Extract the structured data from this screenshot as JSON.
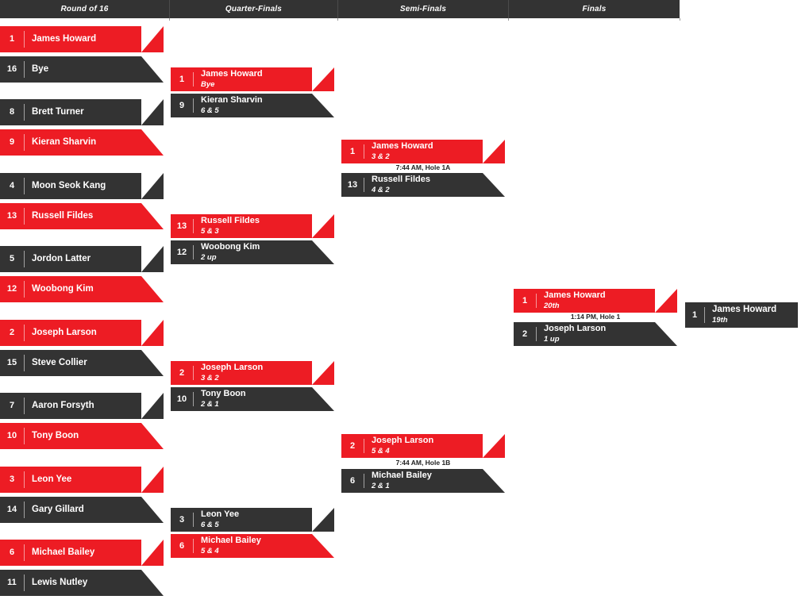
{
  "header": {
    "rounds": [
      {
        "label": "Round of 16"
      },
      {
        "label": "Quarter-Finals"
      },
      {
        "label": "Semi-Finals"
      },
      {
        "label": "Finals"
      }
    ]
  },
  "colors": {
    "winner": "#ed1c24",
    "loser": "#333333",
    "header_bg": "#333333",
    "page_bg": "#ffffff",
    "text": "#ffffff"
  },
  "round_of_16": [
    {
      "seed": "1",
      "name": "James Howard",
      "score": "",
      "state": "red"
    },
    {
      "seed": "16",
      "name": "Bye",
      "score": "",
      "state": "dark"
    },
    {
      "seed": "8",
      "name": "Brett Turner",
      "score": "",
      "state": "dark"
    },
    {
      "seed": "9",
      "name": "Kieran Sharvin",
      "score": "",
      "state": "red"
    },
    {
      "seed": "4",
      "name": "Moon Seok Kang",
      "score": "",
      "state": "dark"
    },
    {
      "seed": "13",
      "name": "Russell Fildes",
      "score": "",
      "state": "red"
    },
    {
      "seed": "5",
      "name": "Jordon Latter",
      "score": "",
      "state": "dark"
    },
    {
      "seed": "12",
      "name": "Woobong Kim",
      "score": "",
      "state": "red"
    },
    {
      "seed": "2",
      "name": "Joseph Larson",
      "score": "",
      "state": "red"
    },
    {
      "seed": "15",
      "name": "Steve Collier",
      "score": "",
      "state": "dark"
    },
    {
      "seed": "7",
      "name": "Aaron Forsyth",
      "score": "",
      "state": "dark"
    },
    {
      "seed": "10",
      "name": "Tony Boon",
      "score": "",
      "state": "red"
    },
    {
      "seed": "3",
      "name": "Leon Yee",
      "score": "",
      "state": "red"
    },
    {
      "seed": "14",
      "name": "Gary Gillard",
      "score": "",
      "state": "dark"
    },
    {
      "seed": "6",
      "name": "Michael Bailey",
      "score": "",
      "state": "red"
    },
    {
      "seed": "11",
      "name": "Lewis Nutley",
      "score": "",
      "state": "dark"
    }
  ],
  "quarter_finals": [
    {
      "seed": "1",
      "name": "James Howard",
      "score": "Bye",
      "state": "red"
    },
    {
      "seed": "9",
      "name": "Kieran Sharvin",
      "score": "6 & 5",
      "state": "dark"
    },
    {
      "seed": "13",
      "name": "Russell Fildes",
      "score": "5 & 3",
      "state": "red"
    },
    {
      "seed": "12",
      "name": "Woobong Kim",
      "score": "2 up",
      "state": "dark"
    },
    {
      "seed": "2",
      "name": "Joseph Larson",
      "score": "3 & 2",
      "state": "red"
    },
    {
      "seed": "10",
      "name": "Tony Boon",
      "score": "2 & 1",
      "state": "dark"
    },
    {
      "seed": "3",
      "name": "Leon Yee",
      "score": "6 & 5",
      "state": "dark"
    },
    {
      "seed": "6",
      "name": "Michael Bailey",
      "score": "5 & 4",
      "state": "red"
    }
  ],
  "semi_finals": [
    {
      "seed": "1",
      "name": "James Howard",
      "score": "3 & 2",
      "state": "red"
    },
    {
      "seed": "13",
      "name": "Russell Fildes",
      "score": "4 & 2",
      "state": "dark"
    },
    {
      "seed": "2",
      "name": "Joseph Larson",
      "score": "5 & 4",
      "state": "red"
    },
    {
      "seed": "6",
      "name": "Michael Bailey",
      "score": "2 & 1",
      "state": "dark"
    }
  ],
  "finals": [
    {
      "seed": "1",
      "name": "James Howard",
      "score": "20th",
      "state": "red"
    },
    {
      "seed": "2",
      "name": "Joseph Larson",
      "score": "1 up",
      "state": "dark"
    }
  ],
  "champion": {
    "seed": "1",
    "name": "James Howard",
    "score": "19th",
    "state": "dark"
  },
  "match_times": {
    "semi_final_1": "7:44 AM, Hole 1A",
    "semi_final_2": "7:44 AM, Hole 1B",
    "final": "1:14 PM, Hole 1"
  }
}
